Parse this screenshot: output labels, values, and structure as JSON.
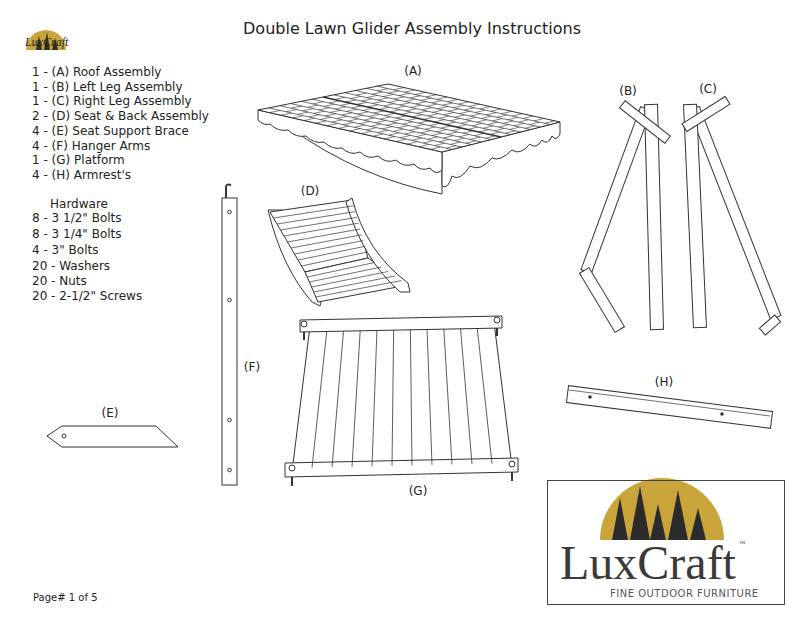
{
  "diagram": {
    "title": "Double Lawn Glider Assembly Instructions",
    "nodes": [
      {
        "text": [
          "LuxCraft",
          "™",
          "FINE OUTDOOR FURNITURE"
        ]
      }
    ],
    "labels": [
      "LuxCraft",
      "1 - (A) Roof Assembly",
      "1 - (B) Left Leg Assembly",
      "1 - (C) Right Leg Assembly",
      "2 - (D) Seat & Back Assembly",
      "4 - (E) Seat Support Brace",
      "4 - (F) Hanger Arms",
      "1 - (G) Platform",
      "4 - (H) Armrest's",
      "Hardware",
      "8 - 3 1/2\" Bolts",
      "8 - 3 1/4\" Bolts",
      "4 - 3\" Bolts",
      "20 - Washers",
      "20 - Nuts",
      "20 - 2-1/2\" Screws",
      "(A)",
      "(B)",
      "(C)",
      "(D)",
      "(E)",
      "(F)",
      "(G)",
      "(H)",
      "Page# 1 of 5"
    ]
  }
}
